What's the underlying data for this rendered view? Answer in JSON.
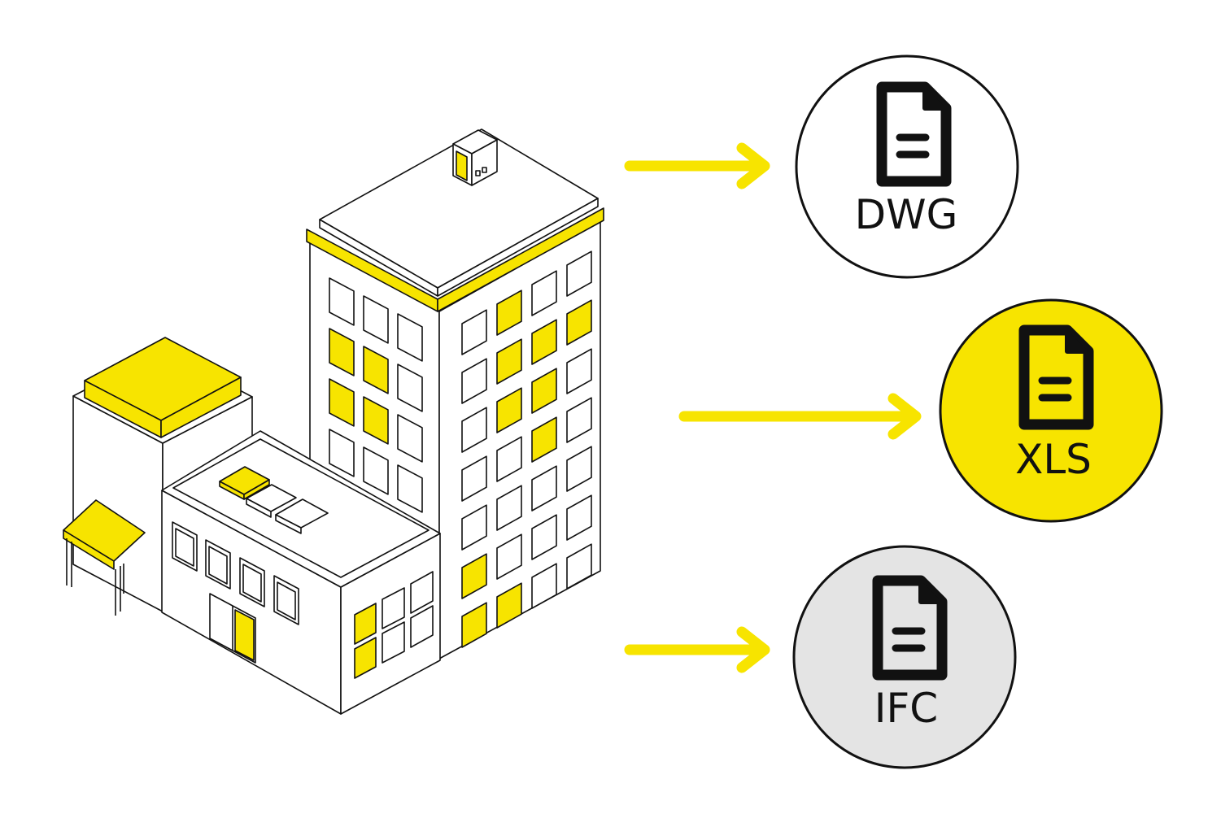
{
  "colors": {
    "accent": "#f7e400",
    "outline": "#111111",
    "background": "#ffffff",
    "ifc_fill": "#e4e4e4"
  },
  "formats": [
    {
      "id": "dwg",
      "label": "DWG",
      "icon": "document-icon",
      "fill": "#ffffff"
    },
    {
      "id": "xls",
      "label": "XLS",
      "icon": "document-icon",
      "fill": "#f7e400"
    },
    {
      "id": "ifc",
      "label": "IFC",
      "icon": "document-icon",
      "fill": "#e4e4e4"
    }
  ],
  "arrows": [
    {
      "to": "dwg",
      "icon": "arrow-right-icon"
    },
    {
      "to": "xls",
      "icon": "arrow-right-icon"
    },
    {
      "to": "ifc",
      "icon": "arrow-right-icon"
    }
  ],
  "illustration": {
    "icon": "building-icon"
  }
}
